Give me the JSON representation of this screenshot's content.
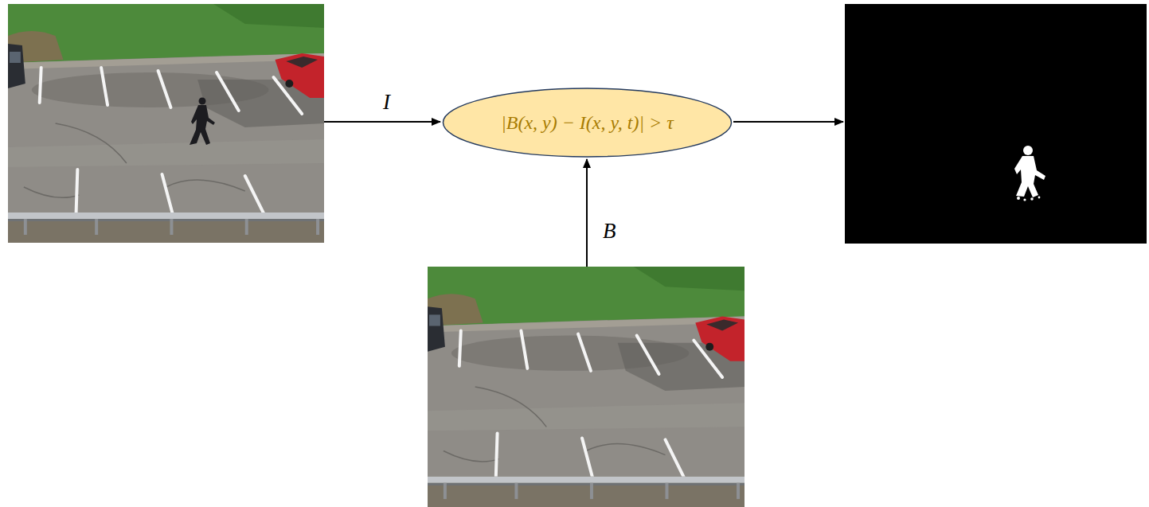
{
  "diagram": {
    "nodes": [
      {
        "text": [
          "|B(x, y) − I(x, y, t)| > τ"
        ]
      }
    ],
    "labels": [
      "I",
      "B"
    ]
  }
}
